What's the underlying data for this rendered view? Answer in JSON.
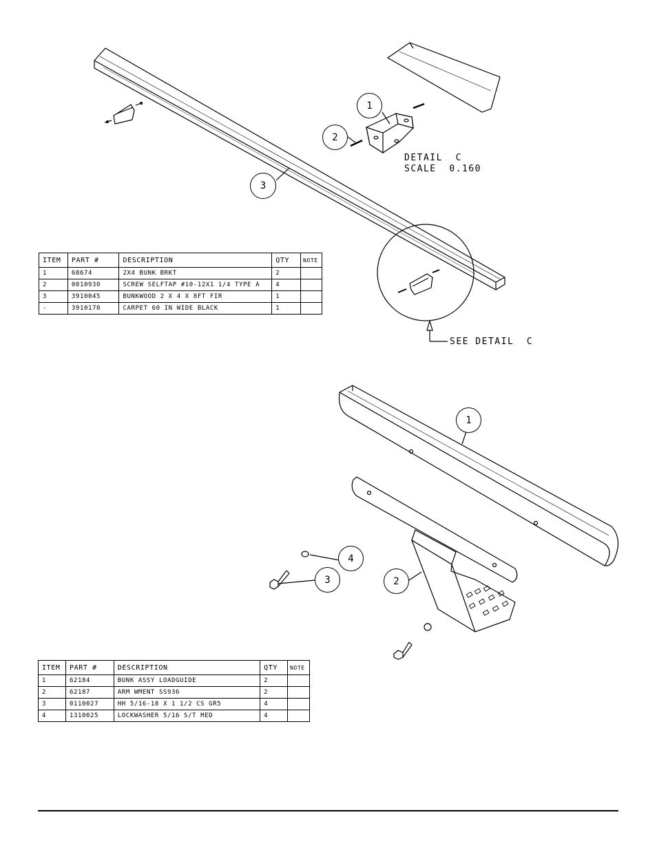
{
  "detail": {
    "title": "DETAIL  C",
    "scale": "SCALE  0.160",
    "see_detail": "SEE DETAIL  C"
  },
  "top_balloons": [
    "1",
    "2",
    "3"
  ],
  "bottom_balloons": [
    "1",
    "2",
    "3",
    "4"
  ],
  "bom_top": {
    "headers": [
      "ITEM",
      "PART #",
      "DESCRIPTION",
      "QTY",
      "NOTE"
    ],
    "rows": [
      [
        "1",
        "68674",
        "2X4 BUNK BRKT",
        "2",
        ""
      ],
      [
        "2",
        "0810930",
        "SCREW SELFTAP #10-12X1 1/4 TYPE A",
        "4",
        ""
      ],
      [
        "3",
        "3910045",
        "BUNKWOOD   2 X 4 X 8FT FIR",
        "1",
        ""
      ],
      [
        "-",
        "3910170",
        "CARPET 60 IN WIDE BLACK",
        "1",
        ""
      ]
    ]
  },
  "bom_bottom": {
    "headers": [
      "ITEM",
      "PART #",
      "DESCRIPTION",
      "QTY",
      "NOTE"
    ],
    "rows": [
      [
        "1",
        "62184",
        "BUNK ASSY   LOADGUIDE",
        "2",
        ""
      ],
      [
        "2",
        "62187",
        "ARM WMENT SS936",
        "2",
        ""
      ],
      [
        "3",
        "0110027",
        "HH 5/16-18 X 1 1/2 CS GR5",
        "4",
        ""
      ],
      [
        "4",
        "1310025",
        "LOCKWASHER 5/16 S/T MED",
        "4",
        ""
      ]
    ]
  }
}
